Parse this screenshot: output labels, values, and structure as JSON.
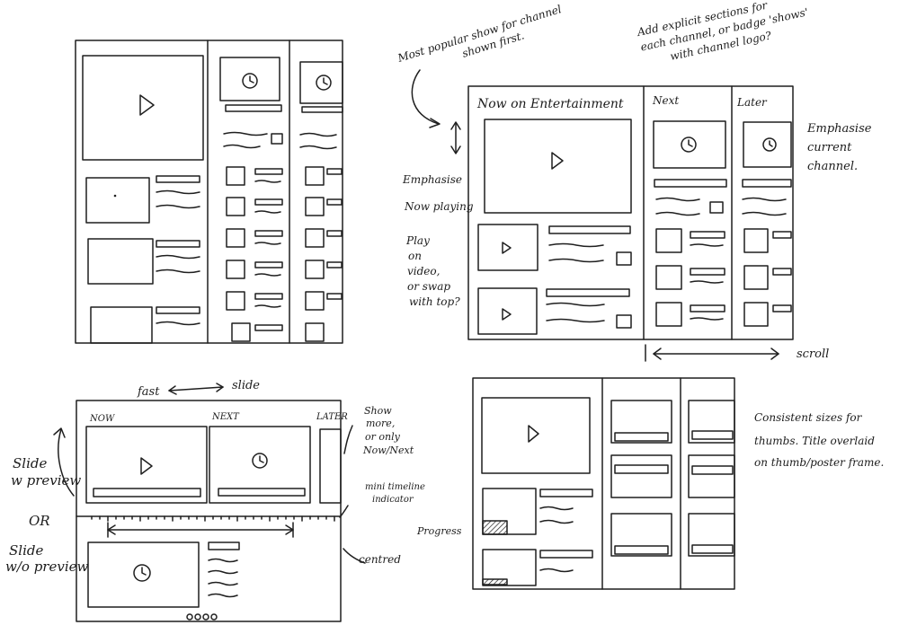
{
  "sketch_a": {},
  "sketch_b": {
    "tab_now": "Now on Entertainment",
    "tab_next": "Next",
    "tab_later": "Later",
    "scroll_label": "scroll"
  },
  "sketch_c": {
    "tab_now": "NOW",
    "tab_next": "NEXT",
    "tab_later": "LATER",
    "fast_label": "fast",
    "slide_label": "slide"
  },
  "notes": {
    "popular_line1": "Most popular show for channel",
    "popular_line2": "shown first.",
    "explicit_line1": "Add explicit sections for",
    "explicit_line2": "each channel, or badge 'shows'",
    "explicit_line3": "with channel logo?",
    "emph_now_line1": "Emphasise",
    "emph_now_line2": "Now playing",
    "emph_channel_line1": "Emphasise",
    "emph_channel_line2": "current",
    "emph_channel_line3": "channel.",
    "play_line1": "Play",
    "play_line2": "on",
    "play_line3": "video,",
    "play_line4": "or swap",
    "play_line5": "with top?",
    "show_more_line1": "Show",
    "show_more_line2": "more,",
    "show_more_line3": "or only",
    "show_more_line4": "Now/Next",
    "timeline_line1": "mini timeline",
    "timeline_line2": "indicator",
    "progress": "Progress",
    "centred": "centred",
    "slide_preview_line1": "Slide",
    "slide_preview_line2": "w preview",
    "or": "OR",
    "slide_nopreview_line1": "Slide",
    "slide_nopreview_line2": "w/o preview",
    "consistent_line1": "Consistent sizes for",
    "consistent_line2": "thumbs. Title overlaid",
    "consistent_line3": "on thumb/poster frame."
  }
}
